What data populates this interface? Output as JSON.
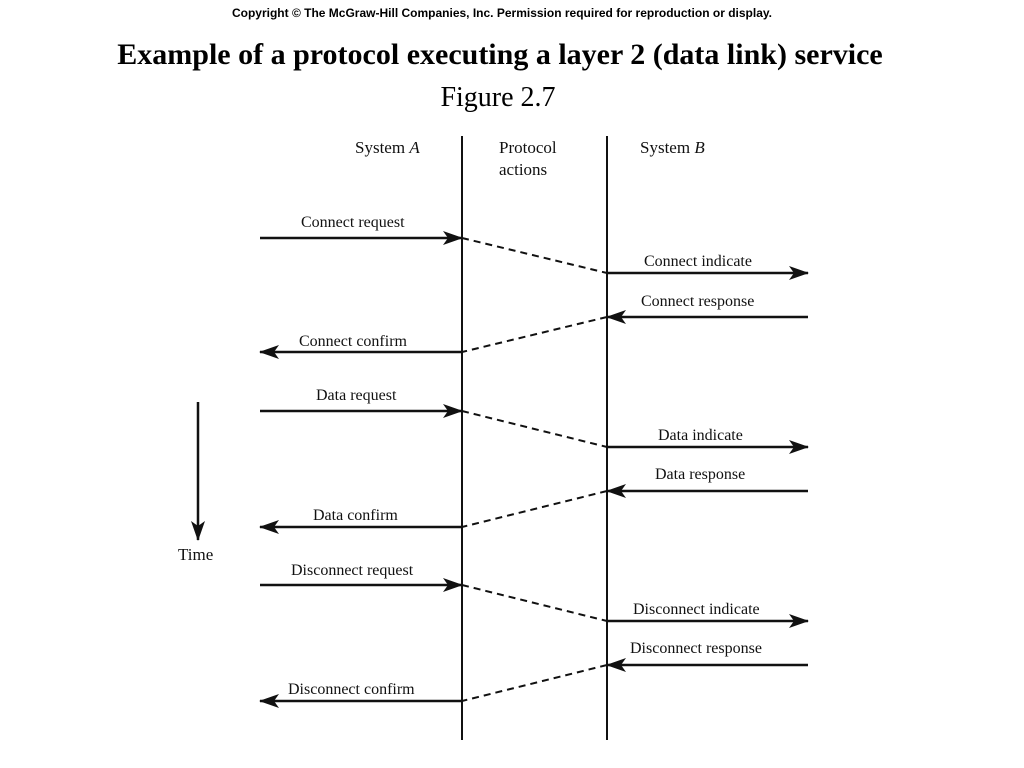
{
  "copyright": "Copyright © The McGraw-Hill Companies, Inc. Permission required for reproduction or display.",
  "title": "Example of a protocol executing a layer 2 (data link) service",
  "subtitle": "Figure 2.7",
  "columns": {
    "system_a_prefix": "System ",
    "system_a_letter": "A",
    "protocol_line1": "Protocol",
    "protocol_line2": "actions",
    "system_b_prefix": "System ",
    "system_b_letter": "B"
  },
  "time_label": "Time",
  "messages": {
    "connect_request": "Connect request",
    "connect_indicate": "Connect indicate",
    "connect_response": "Connect response",
    "connect_confirm": "Connect confirm",
    "data_request": "Data request",
    "data_indicate": "Data indicate",
    "data_response": "Data response",
    "data_confirm": "Data confirm",
    "disconnect_request": "Disconnect request",
    "disconnect_indicate": "Disconnect indicate",
    "disconnect_response": "Disconnect response",
    "disconnect_confirm": "Disconnect confirm"
  }
}
